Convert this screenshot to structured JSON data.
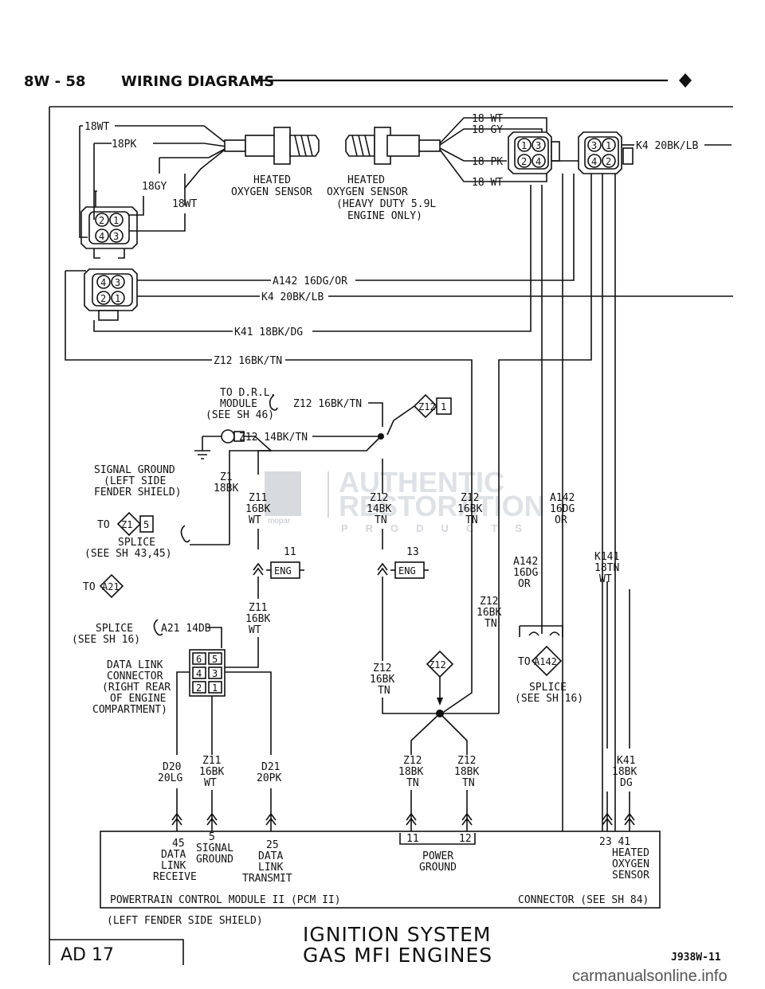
{
  "header": {
    "section": "8W - 58",
    "title": "WIRING DIAGRAMS"
  },
  "sensors": {
    "left": [
      "HEATED",
      "OXYGEN SENSOR"
    ],
    "right": [
      "HEATED",
      "OXYGEN SENSOR",
      "(HEAVY DUTY 5.9L",
      "ENGINE ONLY)"
    ]
  },
  "pins": {
    "one": "1",
    "two": "2",
    "three": "3",
    "four": "4"
  },
  "wires": {
    "left_wt": "18WT",
    "left_pk": "18PK",
    "left_gy": "18GY",
    "left_wt2": "18WT",
    "right_wt": "18 WT",
    "right_gy": "18 GY",
    "right_pk": "18 PK",
    "right_wt2": "18 WT",
    "k4_top": "K4 20BK/LB",
    "a142_run": "A142 16DG/OR",
    "k4_run": "K4 20BK/LB",
    "k41_run": "K41 18BK/DG",
    "z12_run": "Z12 16BK/TN",
    "z12_drl": "Z12 16BK/TN",
    "z12_14": "Z12 14BK/TN",
    "z1": [
      "Z1",
      "18BK"
    ],
    "z11a": [
      "Z11",
      "16BK",
      "WT"
    ],
    "z11b": [
      "Z11",
      "16BK",
      "WT"
    ],
    "z11c": [
      "Z11",
      "16BK",
      "WT"
    ],
    "z12a": [
      "Z12",
      "14BK",
      "TN"
    ],
    "z12b": [
      "Z12",
      "16BK",
      "TN"
    ],
    "z12c": [
      "Z12",
      "16BK",
      "TN"
    ],
    "z12d": [
      "Z12",
      "16BK",
      "TN"
    ],
    "z12e": [
      "Z12",
      "18BK",
      "TN"
    ],
    "z12f": [
      "Z12",
      "18BK",
      "TN"
    ],
    "a142a": [
      "A142",
      "16DG",
      "OR"
    ],
    "a142b": [
      "A142",
      "16DG",
      "OR"
    ],
    "k141": [
      "K141",
      "18TN",
      "WT"
    ],
    "k41": [
      "K41",
      "18BK",
      "DG"
    ],
    "d20": [
      "D20",
      "20LG"
    ],
    "d21": [
      "D21",
      "20PK"
    ],
    "a21": "A21 14DB"
  },
  "refs": {
    "drl": [
      "TO D.R.L.",
      "MODULE",
      "(SEE SH 46)"
    ],
    "signal_ground": [
      "SIGNAL GROUND",
      "(LEFT SIDE",
      "FENDER SHIELD)"
    ],
    "to_z1": "TO",
    "z1_tag": "Z1",
    "z1_num": "5",
    "z1_splice": [
      "SPLICE",
      "(SEE SH 43,45)"
    ],
    "to_a21": "TO",
    "a21_tag": "A21",
    "a21_splice": [
      "SPLICE",
      "(SEE SH 16)"
    ],
    "z12_tag": "Z12",
    "z12_num": "1",
    "z12_tag2": "Z12",
    "to_a142": "TO",
    "a142_tag": "A142",
    "a142_splice": [
      "SPLICE",
      "(SEE SH 16)"
    ],
    "eng": "ENG",
    "eng_11": "11",
    "eng_13": "13"
  },
  "dlc": {
    "label": [
      "DATA LINK",
      "CONNECTOR",
      "(RIGHT REAR",
      "OF ENGINE",
      "COMPARTMENT)"
    ],
    "cells": [
      "6",
      "5",
      "4",
      "3",
      "2",
      "1"
    ]
  },
  "pcm": {
    "pins": {
      "p45": [
        "45",
        "DATA",
        "LINK",
        "RECEIVE"
      ],
      "p5": [
        "5",
        "SIGNAL",
        "GROUND"
      ],
      "p25": [
        "25",
        "DATA",
        "LINK",
        "TRANSMIT"
      ],
      "p11": "11",
      "p12": "12",
      "power_ground": [
        "POWER",
        "GROUND"
      ],
      "p23_41": "23 41",
      "heated": [
        "HEATED",
        "OXYGEN",
        "SENSOR"
      ]
    },
    "title": "POWERTRAIN CONTROL MODULE II (PCM II)",
    "connector": "CONNECTOR (SEE SH 84)",
    "location": "(LEFT FENDER SIDE SHIELD)"
  },
  "footer": {
    "title_line1": "IGNITION SYSTEM",
    "title_line2": "GAS MFI ENGINES",
    "code": "J938W-11",
    "tab": "AD 17"
  },
  "watermark": {
    "main": "AUTHENTIC",
    "main2": "RESTORATION",
    "sub": "PRODUCTS",
    "logo": "mopar"
  },
  "site": "carmanualsonline.info"
}
